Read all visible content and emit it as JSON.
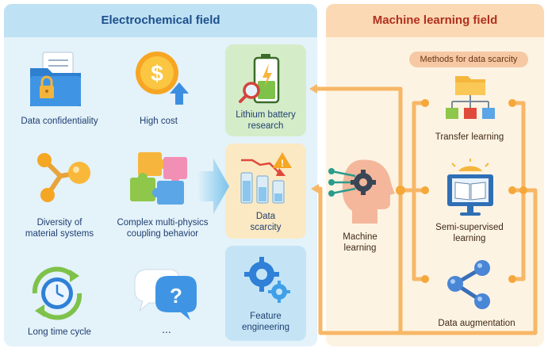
{
  "header": {
    "left_title": "Electrochemical field",
    "right_title": "Machine learning field"
  },
  "challenges": [
    {
      "label": "Data confidentiality"
    },
    {
      "label": "High cost"
    },
    {
      "label": "Diversity of\nmaterial systems"
    },
    {
      "label": "Complex multi-physics\ncoupling behavior"
    },
    {
      "label": "Long time cycle"
    },
    {
      "label": "..."
    }
  ],
  "center_boxes": {
    "battery": "Lithium battery\nresearch",
    "scarcity": "Data\nscarcity",
    "feature": "Feature\nengineering"
  },
  "ml": {
    "label": "Machine\nlearning"
  },
  "methods": {
    "title": "Methods for data scarcity",
    "items": [
      {
        "label": "Transfer learning"
      },
      {
        "label": "Semi-supervised\nlearning"
      },
      {
        "label": "Data augmentation"
      }
    ]
  },
  "colors": {
    "left_panel": "#e4f2fa",
    "left_header": "#bfe1f4",
    "right_panel": "#fdf3e3",
    "right_header": "#fbd9b4",
    "connector": "#f7b766",
    "accent_blue": "#1c4f8c"
  }
}
